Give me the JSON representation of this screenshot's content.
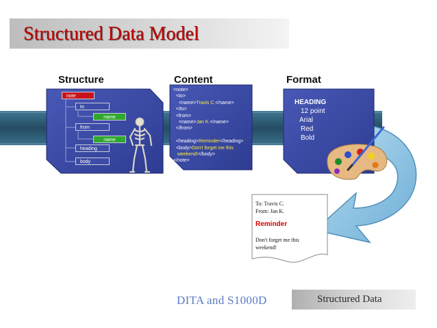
{
  "title": "Structured Data Model",
  "columns": {
    "structure": "Structure",
    "content": "Content",
    "format": "Format"
  },
  "tree": {
    "note": "note",
    "to": "to",
    "name1": "name",
    "from": "from",
    "name2": "name",
    "heading": "heading",
    "body": "body"
  },
  "content_lines": [
    {
      "pre": "<note>",
      "val": "",
      "post": ""
    },
    {
      "pre": "  <to>",
      "val": "",
      "post": ""
    },
    {
      "pre": "    <name>",
      "val": "Travis C.",
      "post": "</name>"
    },
    {
      "pre": "  </to>",
      "val": "",
      "post": ""
    },
    {
      "pre": "  <from>",
      "val": "",
      "post": ""
    },
    {
      "pre": "    <name>",
      "val": "Jan K.",
      "post": "</name>"
    },
    {
      "pre": "  </from>",
      "val": "",
      "post": ""
    },
    {
      "pre": "",
      "val": "",
      "post": ""
    },
    {
      "pre": "  <heading>",
      "val": "Reminder",
      "post": "</heading>"
    },
    {
      "pre": "  <body>",
      "val": "Don't forget me this",
      "post": ""
    },
    {
      "pre": "   ",
      "val": "weekend!",
      "post": "</body>"
    },
    {
      "pre": "</note>",
      "val": "",
      "post": ""
    }
  ],
  "format": {
    "heading": "HEADING",
    "size": "12 point",
    "font": "Arial",
    "color": "Red",
    "weight": "Bold"
  },
  "document": {
    "to": "To: Travis C.",
    "from": "From: Jan K.",
    "heading": "Reminder",
    "body1": "Don't forget me this",
    "body2": "weekend!"
  },
  "footer": {
    "left": "DITA and S1000D",
    "right": "Structured Data"
  },
  "colors": {
    "title": "#c00000",
    "panel": "#3a4aa5",
    "band": "#2c5d77",
    "arrow": "#8ec6e6",
    "highlight": "#ffef3c",
    "heading_red": "#d40000"
  }
}
